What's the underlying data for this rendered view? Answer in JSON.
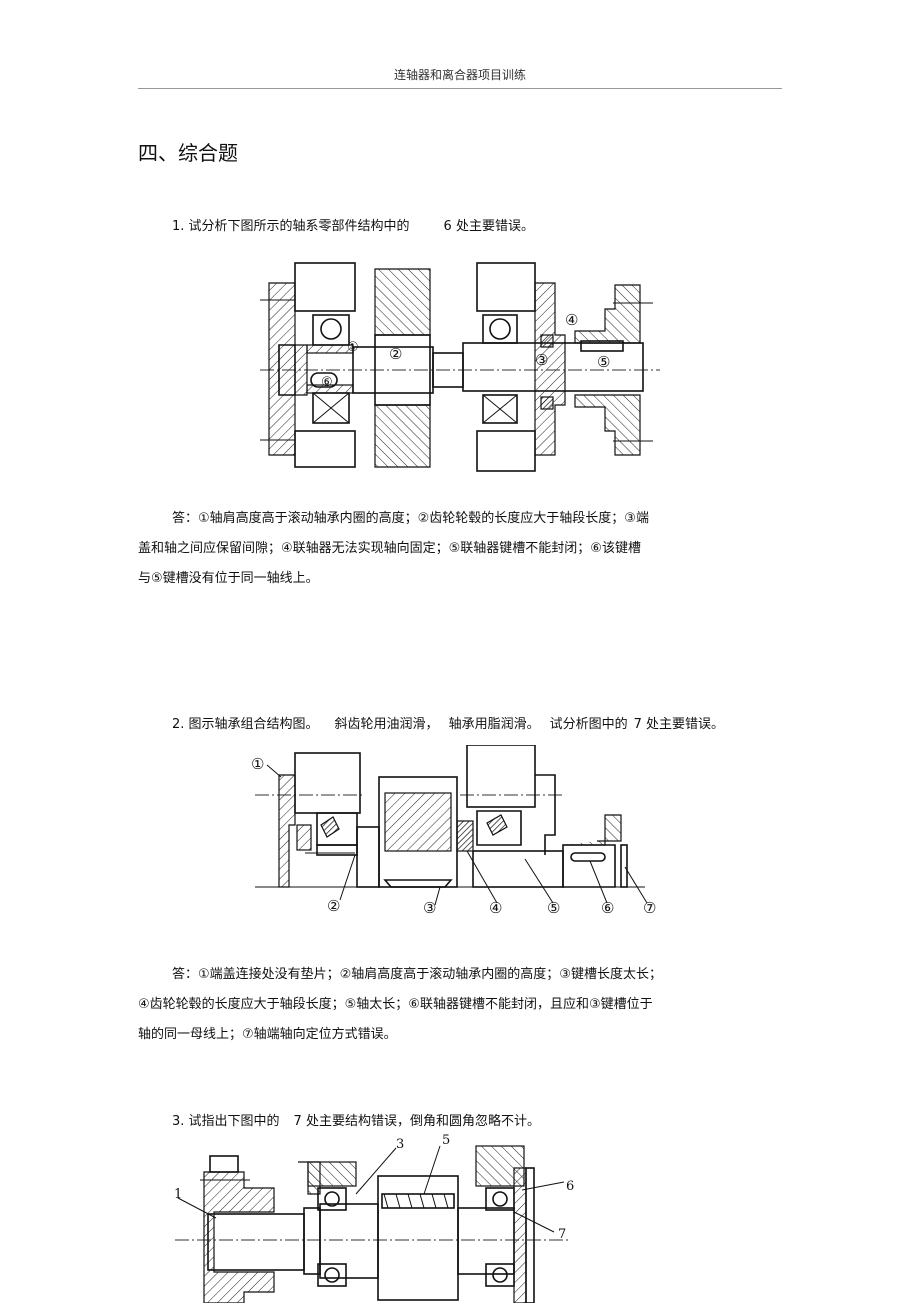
{
  "header": {
    "title": "连轴器和离合器项目训练"
  },
  "section_title": "四、综合题",
  "questions": [
    {
      "prompt_parts": [
        "1.  试分析下图所示的轴系零部件结构中的",
        "6 处主要错误。"
      ],
      "figure_labels": [
        "①",
        "②",
        "③",
        "④",
        "⑤",
        "⑥"
      ],
      "answer_lines": [
        "答：①轴肩高度高于滚动轴承内圈的高度；②齿轮轮毂的长度应大于轴段长度；③端",
        "盖和轴之间应保留间隙；④联轴器无法实现轴向固定；⑤联轴器键槽不能封闭；⑥该键槽",
        "与⑤键槽没有位于同一轴线上。"
      ]
    },
    {
      "prompt_parts": [
        "2. 图示轴承组合结构图。",
        "斜齿轮用油润滑，",
        "轴承用脂润滑。",
        "试分析图中的",
        "7 处主要错误。"
      ],
      "figure_labels": [
        "①",
        "②",
        "③",
        "④",
        "⑤",
        "⑥",
        "⑦"
      ],
      "answer_lines": [
        "答：①端盖连接处没有垫片；②轴肩高度高于滚动轴承内圈的高度；③键槽长度太长；",
        "④齿轮轮毂的长度应大于轴段长度；⑤轴太长；⑥联轴器键槽不能封闭，且应和③键槽位于",
        "轴的同一母线上；⑦轴端轴向定位方式错误。"
      ]
    },
    {
      "prompt_parts": [
        "3. 试指出下图中的",
        "7 处主要结构错误，倒角和圆角忽略不计。"
      ],
      "figure_labels": [
        "1",
        "3",
        "5",
        "6",
        "7"
      ]
    }
  ]
}
